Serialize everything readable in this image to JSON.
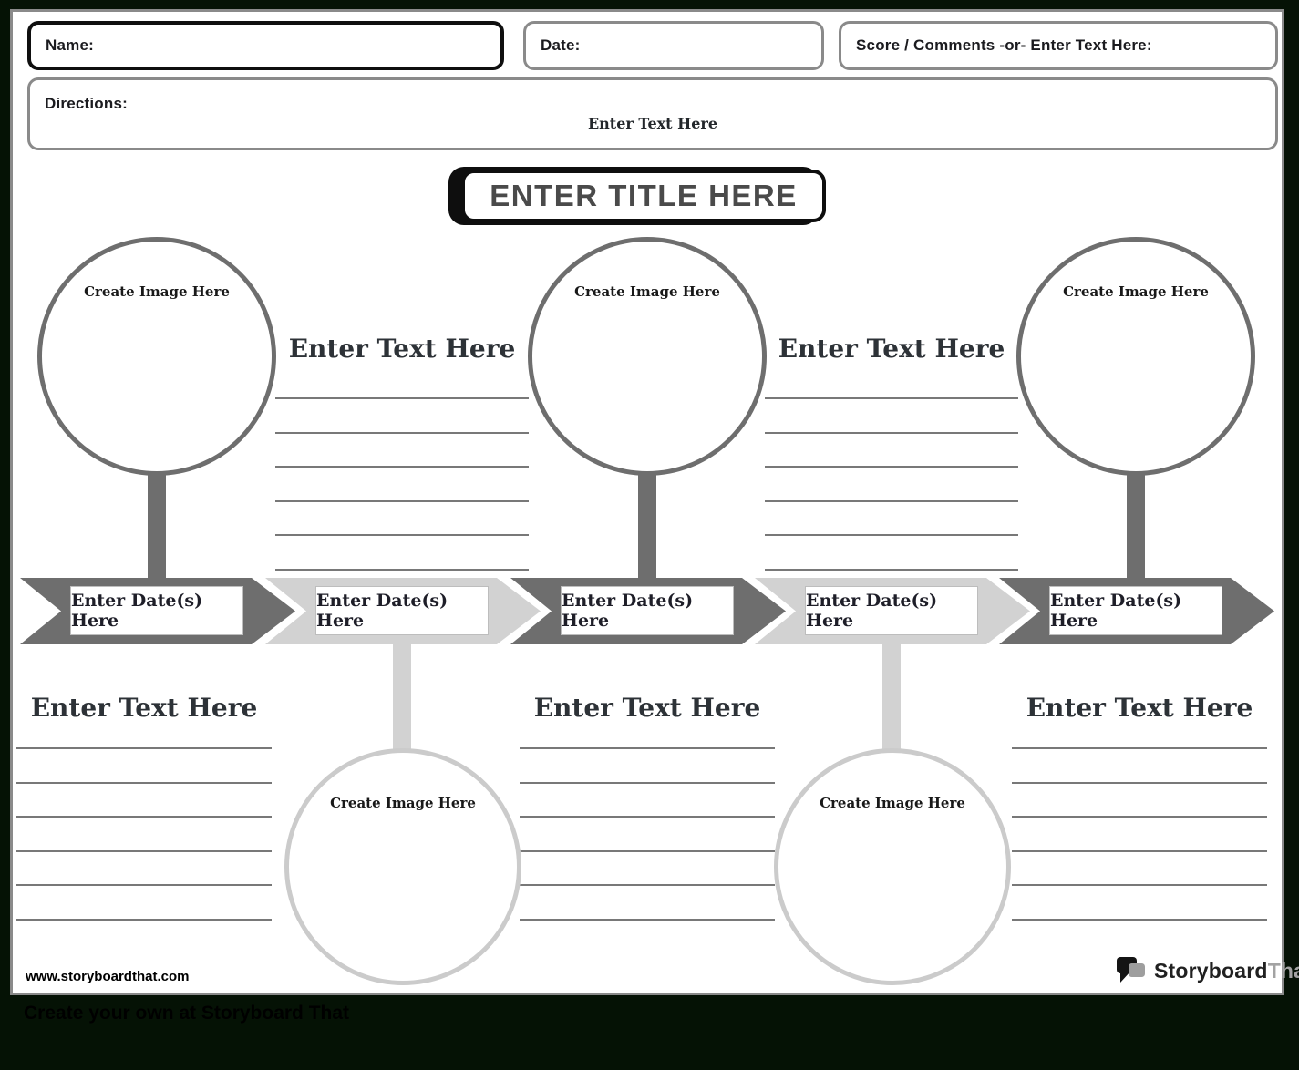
{
  "header": {
    "name_label": "Name:",
    "date_label": "Date:",
    "score_label": "Score / Comments -or- Enter Text Here:",
    "directions_label": "Directions:",
    "directions_placeholder": "Enter Text Here"
  },
  "title": {
    "text": "ENTER TITLE HERE"
  },
  "timeline": {
    "colors": {
      "dark": "#6e6e6e",
      "light": "#d2d2d2"
    },
    "events": [
      {
        "order": 1,
        "arrow_shade": "dark",
        "date_label": "Enter Date(s) Here",
        "image_placeholder": "Create Image Here",
        "image_side": "top",
        "text_heading": "Enter Text Here",
        "text_side": "bottom"
      },
      {
        "order": 2,
        "arrow_shade": "light",
        "date_label": "Enter Date(s) Here",
        "image_placeholder": "Create Image Here",
        "image_side": "bottom",
        "text_heading": "Enter Text Here",
        "text_side": "top"
      },
      {
        "order": 3,
        "arrow_shade": "dark",
        "date_label": "Enter Date(s) Here",
        "image_placeholder": "Create Image Here",
        "image_side": "top",
        "text_heading": "Enter Text Here",
        "text_side": "bottom"
      },
      {
        "order": 4,
        "arrow_shade": "light",
        "date_label": "Enter Date(s) Here",
        "image_placeholder": "Create Image Here",
        "image_side": "bottom",
        "text_heading": "Enter Text Here",
        "text_side": "top"
      },
      {
        "order": 5,
        "arrow_shade": "dark",
        "date_label": "Enter Date(s) Here",
        "image_placeholder": "Create Image Here",
        "image_side": "top",
        "text_heading": "Enter Text Here",
        "text_side": "bottom"
      }
    ]
  },
  "footer": {
    "website": "www.storyboardthat.com",
    "logo_text_primary": "Storyboard",
    "logo_text_secondary": "That",
    "tagline": "Create your own at Storyboard That"
  }
}
